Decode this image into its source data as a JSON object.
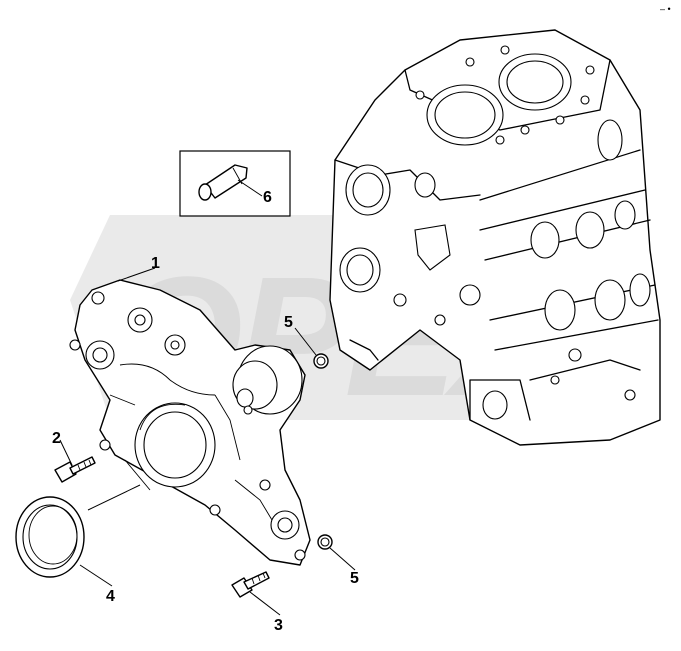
{
  "callouts": [
    {
      "id": "1",
      "label": "1"
    },
    {
      "id": "2",
      "label": "2"
    },
    {
      "id": "3",
      "label": "3"
    },
    {
      "id": "4",
      "label": "4"
    },
    {
      "id": "5a",
      "label": "5"
    },
    {
      "id": "5b",
      "label": "5"
    },
    {
      "id": "6",
      "label": "6"
    }
  ],
  "watermark": {
    "text": "OPEX"
  },
  "corner_mark": {
    "text": "– •"
  },
  "colors": {
    "line": "#000000",
    "background": "#ffffff",
    "watermark": "#d9d9d9"
  }
}
